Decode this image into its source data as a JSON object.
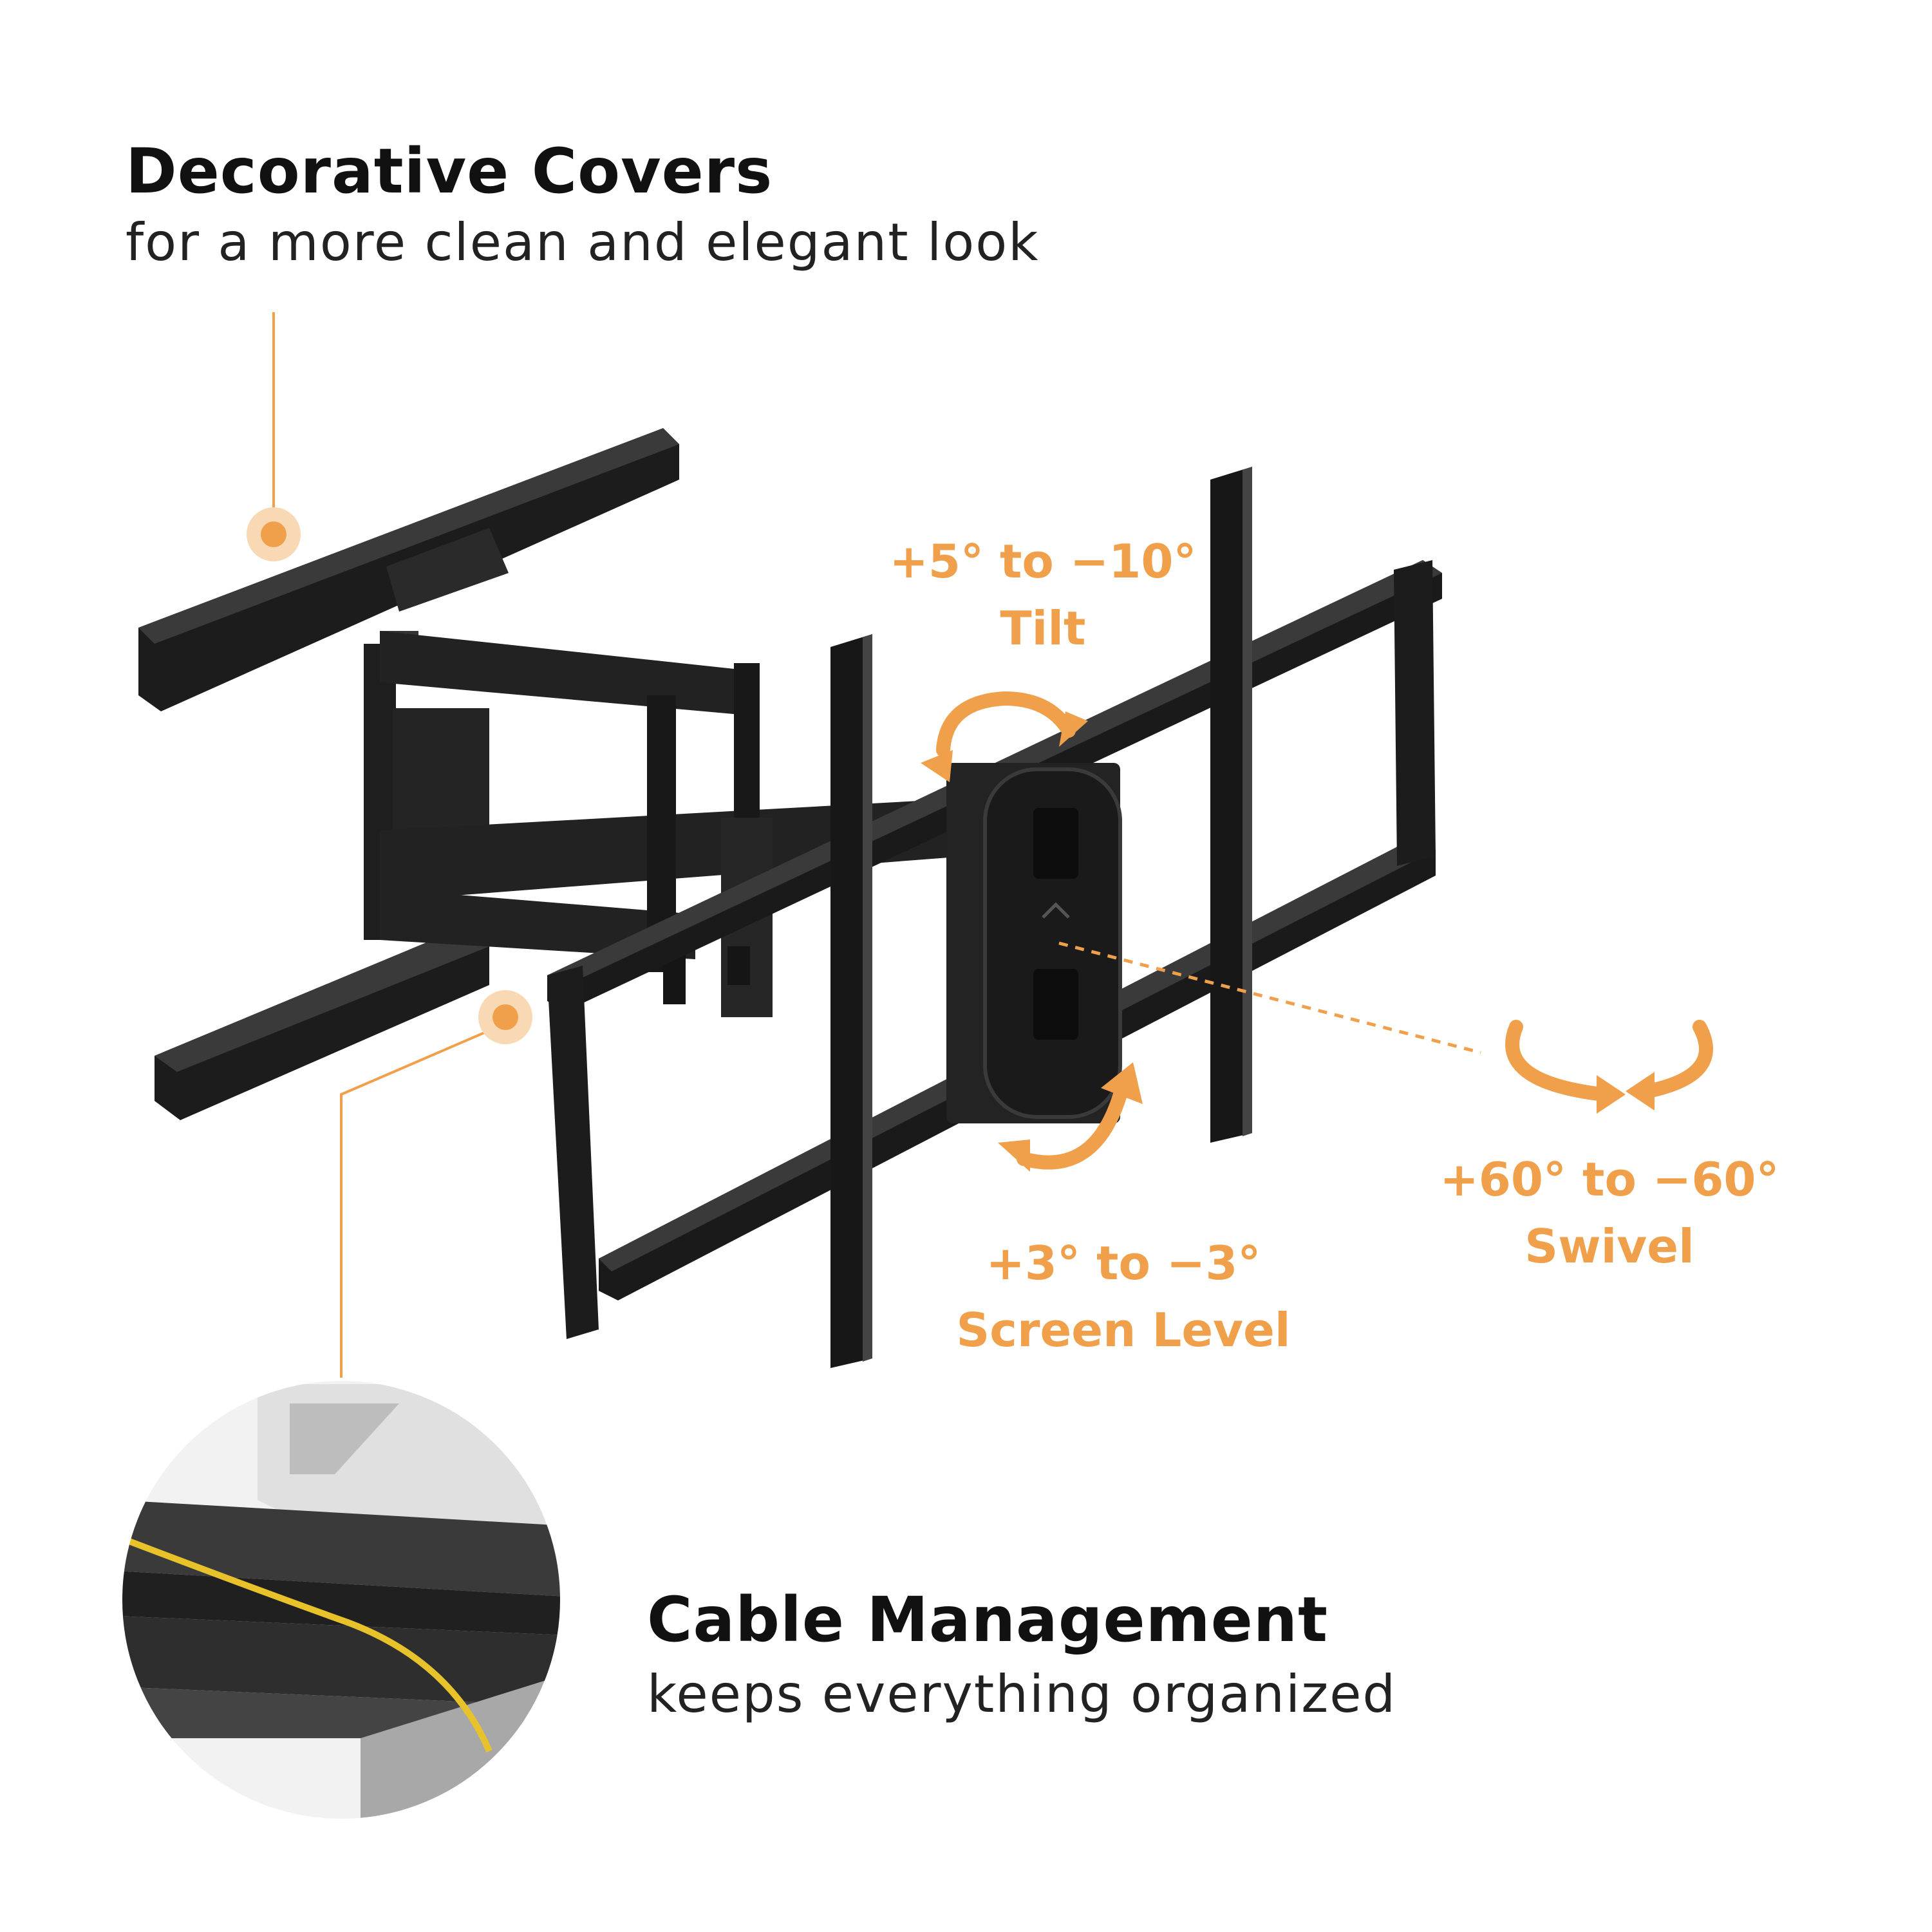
{
  "decorative": {
    "title": "Decorative Covers",
    "subtitle": "for a more clean and elegant look"
  },
  "tilt": {
    "range": "+5° to −10°",
    "label": "Tilt"
  },
  "swivel": {
    "range": "+60° to −60°",
    "label": "Swivel"
  },
  "level": {
    "range": "+3° to −3°",
    "label": "Screen Level"
  },
  "cable": {
    "title": "Cable Management",
    "subtitle": "keeps everything organized"
  },
  "colors": {
    "accent": "#f0a04b",
    "accent_light": "#f8d9b4",
    "mount_dark": "#1a1a1a",
    "mount_mid": "#2b2b2b",
    "text_dark": "#111111",
    "cable_yellow": "#e8c22a"
  },
  "icons": {
    "tilt": "tilt-arrows-icon",
    "swivel": "swivel-arrows-icon",
    "level": "level-arrows-icon",
    "callout": "callout-dot-icon"
  }
}
